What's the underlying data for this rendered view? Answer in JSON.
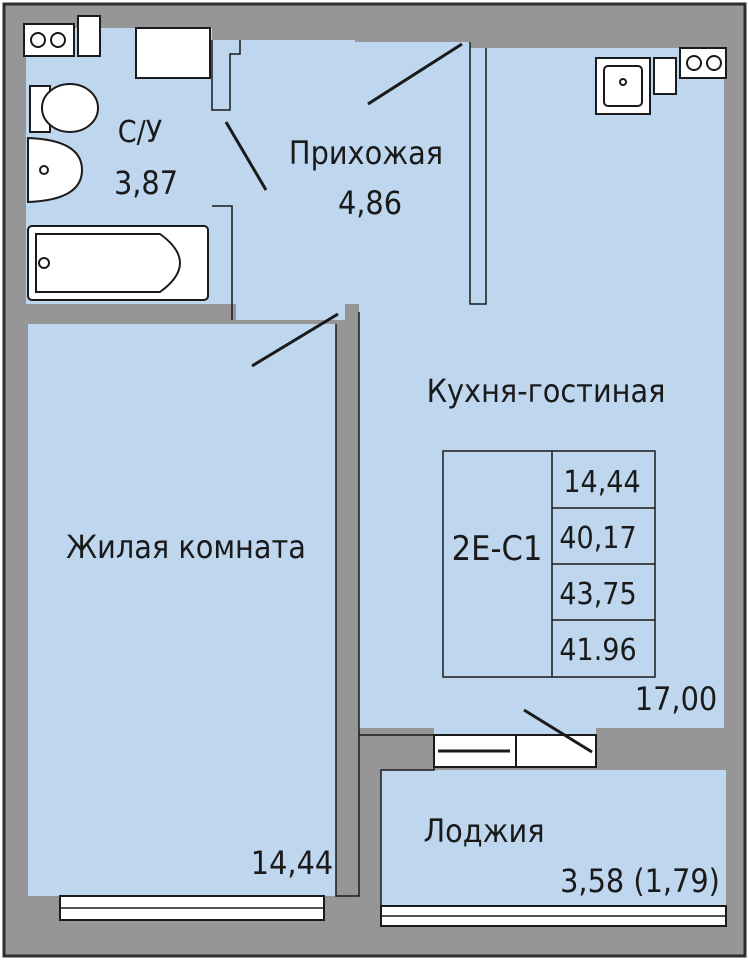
{
  "rooms": {
    "bathroom": {
      "name": "С/У",
      "area": "3,87"
    },
    "hallway": {
      "name": "Прихожая",
      "area": "4,86"
    },
    "kitchen_living": {
      "name": "Кухня-гостиная",
      "area": "17,00"
    },
    "living_room": {
      "name": "Жилая комната",
      "area": "14,44"
    },
    "loggia": {
      "name": "Лоджия",
      "area": "3,58 (1,79)"
    }
  },
  "legend": {
    "code": "2Е-С1",
    "values": [
      "14,44",
      "40,17",
      "43,75",
      "41.96"
    ]
  },
  "colors": {
    "floor": "#bed7ef",
    "wall": "#969696",
    "outline": "#2d2d2d"
  }
}
